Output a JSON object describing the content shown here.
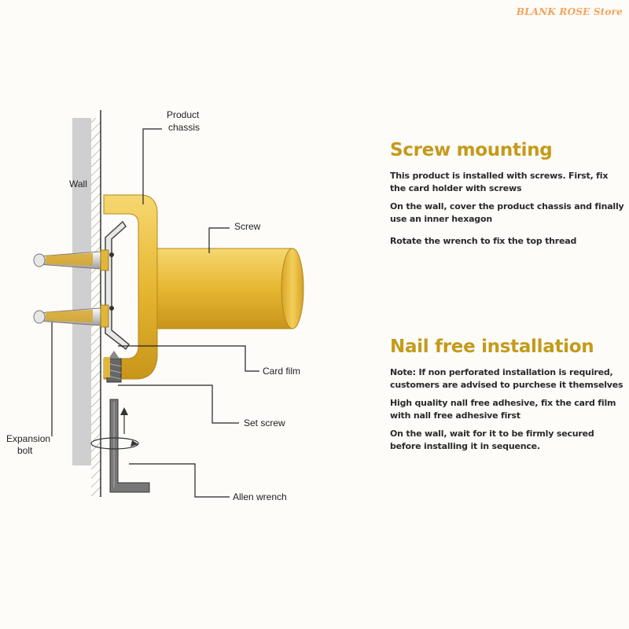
{
  "brand": "BLANK ROSE Store",
  "labels": {
    "product_chassis_line1": "Product",
    "product_chassis_line2": "chassis",
    "wall": "Wall",
    "screw": "Screw",
    "card_film": "Card film",
    "set_screw": "Set screw",
    "expansion_bolt_line1": "Expansion",
    "expansion_bolt_line2": "bolt",
    "allen_wrench": "Allen wrench"
  },
  "screw_mounting": {
    "title": "Screw mounting",
    "steps": [
      "This product is installed with screws. First, fix the card holder with screws",
      "On the wall, cover the product chassis and finally use an inner hexagon",
      "Rotate the wrench to fix the top thread"
    ]
  },
  "nail_free": {
    "title": "Nail free installation",
    "steps": [
      "Note: If non perforated installation is required, customers are advised to purchese it themselves",
      "High quality nall free adhesive, fix the card film with nall free adhesive first",
      "On the wall, wait for it to be firmly secured before installing it in sequence."
    ]
  },
  "colors": {
    "accent_title": "#c49a1a",
    "gold_light": "#f3cf5a",
    "gold_dark": "#c8951a",
    "wall_gray": "#cfcfcf",
    "brand": "#f4a25a"
  }
}
